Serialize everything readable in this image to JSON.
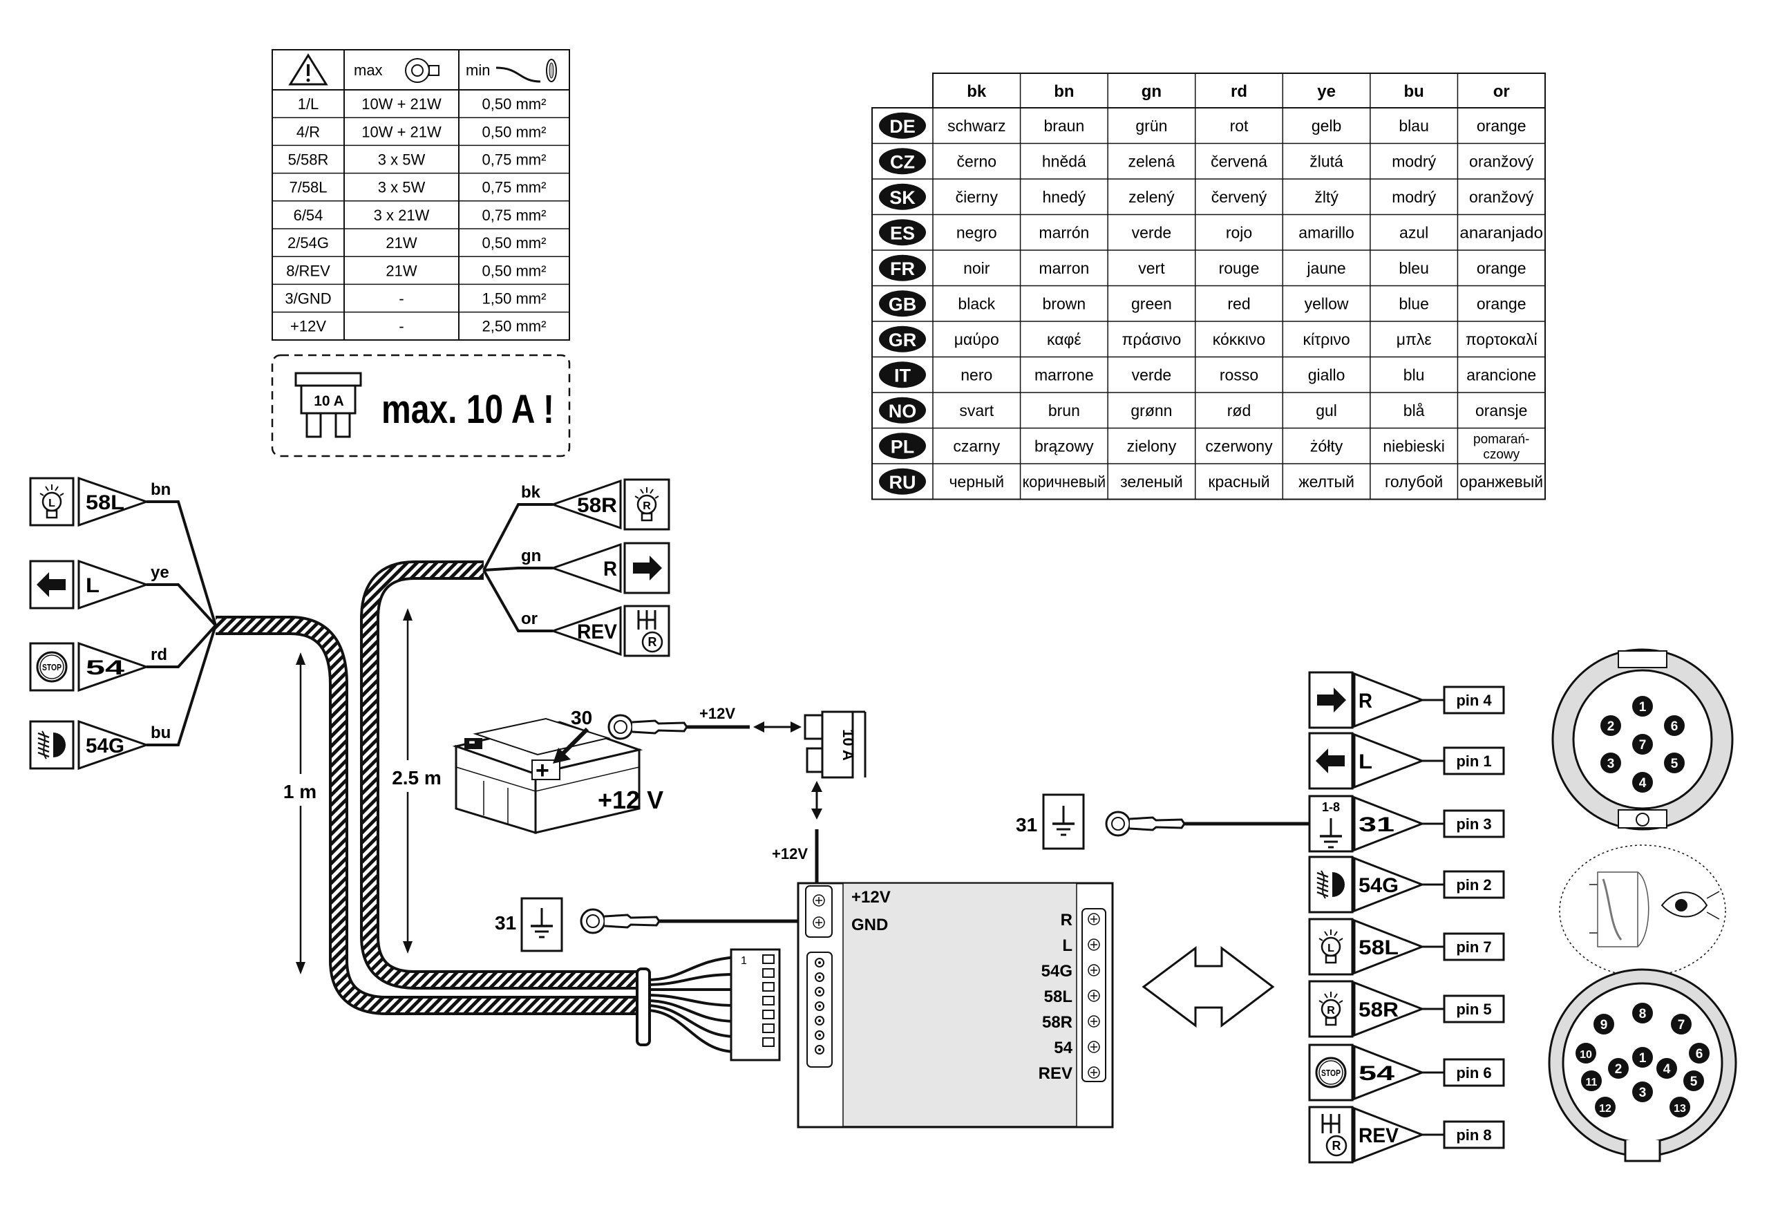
{
  "specs": {
    "headers": [
      "max",
      "min"
    ],
    "rows": [
      {
        "id": "1/L",
        "max": "10W + 21W",
        "min": "0,50 mm²"
      },
      {
        "id": "4/R",
        "max": "10W + 21W",
        "min": "0,50 mm²"
      },
      {
        "id": "5/58R",
        "max": "3 x 5W",
        "min": "0,75 mm²"
      },
      {
        "id": "7/58L",
        "max": "3 x 5W",
        "min": "0,75 mm²"
      },
      {
        "id": "6/54",
        "max": "3 x 21W",
        "min": "0,75 mm²"
      },
      {
        "id": "2/54G",
        "max": "21W",
        "min": "0,50 mm²"
      },
      {
        "id": "8/REV",
        "max": "21W",
        "min": "0,50 mm²"
      },
      {
        "id": "3/GND",
        "max": "-",
        "min": "1,50 mm²"
      },
      {
        "id": "+12V",
        "max": "-",
        "min": "2,50 mm²"
      }
    ]
  },
  "fuse": {
    "rating": "10 A",
    "notice": "max. 10 A !"
  },
  "colors": {
    "headers": [
      "bk",
      "bn",
      "gn",
      "rd",
      "ye",
      "bu",
      "or"
    ],
    "rows": [
      {
        "lang": "DE",
        "vals": [
          "schwarz",
          "braun",
          "grün",
          "rot",
          "gelb",
          "blau",
          "orange"
        ]
      },
      {
        "lang": "CZ",
        "vals": [
          "černo",
          "hnědá",
          "zelená",
          "červená",
          "žlutá",
          "modrý",
          "oranžový"
        ]
      },
      {
        "lang": "SK",
        "vals": [
          "čierny",
          "hnedý",
          "zelený",
          "červený",
          "žltý",
          "modrý",
          "oranžový"
        ]
      },
      {
        "lang": "ES",
        "vals": [
          "negro",
          "marrón",
          "verde",
          "rojo",
          "amarillo",
          "azul",
          "anaranjado"
        ]
      },
      {
        "lang": "FR",
        "vals": [
          "noir",
          "marron",
          "vert",
          "rouge",
          "jaune",
          "bleu",
          "orange"
        ]
      },
      {
        "lang": "GB",
        "vals": [
          "black",
          "brown",
          "green",
          "red",
          "yellow",
          "blue",
          "orange"
        ]
      },
      {
        "lang": "GR",
        "vals": [
          "μαύρο",
          "καφέ",
          "πράσινο",
          "κόκκινο",
          "κίτρινο",
          "μπλε",
          "πορτοκαλί"
        ]
      },
      {
        "lang": "IT",
        "vals": [
          "nero",
          "marrone",
          "verde",
          "rosso",
          "giallo",
          "blu",
          "arancione"
        ]
      },
      {
        "lang": "NO",
        "vals": [
          "svart",
          "brun",
          "grønn",
          "rød",
          "gul",
          "blå",
          "oransje"
        ]
      },
      {
        "lang": "PL",
        "vals": [
          "czarny",
          "brązowy",
          "zielony",
          "czerwony",
          "żółty",
          "niebieski",
          "pomarań-\nczowy"
        ]
      },
      {
        "lang": "RU",
        "vals": [
          "черный",
          "коричневый",
          "зеленый",
          "красный",
          "желтый",
          "голубой",
          "оранжевый"
        ]
      }
    ]
  },
  "left_harness": {
    "items": [
      {
        "code": "58L",
        "wire": "bn",
        "icon": "position-lamp-left-icon"
      },
      {
        "code": "L",
        "wire": "ye",
        "icon": "arrow-left-icon"
      },
      {
        "code": "54",
        "wire": "rd",
        "icon": "stop-icon"
      },
      {
        "code": "54G",
        "wire": "bu",
        "icon": "fog-lamp-icon"
      }
    ],
    "length": "1 m"
  },
  "right_harness": {
    "items": [
      {
        "code": "58R",
        "wire": "bk",
        "icon": "position-lamp-right-icon"
      },
      {
        "code": "R",
        "wire": "gn",
        "icon": "arrow-right-icon"
      },
      {
        "code": "REV",
        "wire": "or",
        "icon": "reverse-gear-icon"
      }
    ],
    "length": "2.5 m"
  },
  "battery": {
    "terminal": "30",
    "wire": "+12V",
    "voltage": "+12 V",
    "minus": "-",
    "plus": "+"
  },
  "fuse_holder": {
    "rating": "10 A",
    "feed": "+12V"
  },
  "ground": {
    "label": "31"
  },
  "module": {
    "left_labels": [
      "+12V",
      "GND"
    ],
    "right_labels": [
      "R",
      "L",
      "54G",
      "58L",
      "58R",
      "54",
      "REV"
    ],
    "connector_mark": "1"
  },
  "socket_ground": {
    "label": "31"
  },
  "socket_pins": [
    {
      "code": "R",
      "pin": "pin 4",
      "icon": "arrow-right-icon"
    },
    {
      "code": "L",
      "pin": "pin 1",
      "icon": "arrow-left-icon"
    },
    {
      "code": "31",
      "pin": "pin 3",
      "icon": "ground-icon",
      "extra": "1-8"
    },
    {
      "code": "54G",
      "pin": "pin 2",
      "icon": "fog-lamp-icon"
    },
    {
      "code": "58L",
      "pin": "pin 7",
      "icon": "position-lamp-left-icon"
    },
    {
      "code": "58R",
      "pin": "pin 5",
      "icon": "position-lamp-right-icon"
    },
    {
      "code": "54",
      "pin": "pin 6",
      "icon": "stop-icon"
    },
    {
      "code": "REV",
      "pin": "pin 8",
      "icon": "reverse-gear-icon"
    }
  ],
  "socket7": {
    "pins": [
      "1",
      "2",
      "3",
      "4",
      "5",
      "6",
      "7"
    ]
  },
  "socket13": {
    "pins": [
      "1",
      "2",
      "3",
      "4",
      "5",
      "6",
      "7",
      "8",
      "9",
      "10",
      "11",
      "12",
      "13"
    ]
  },
  "icons": {
    "lamp_L": "L",
    "lamp_R": "R",
    "stop": "STOP"
  }
}
